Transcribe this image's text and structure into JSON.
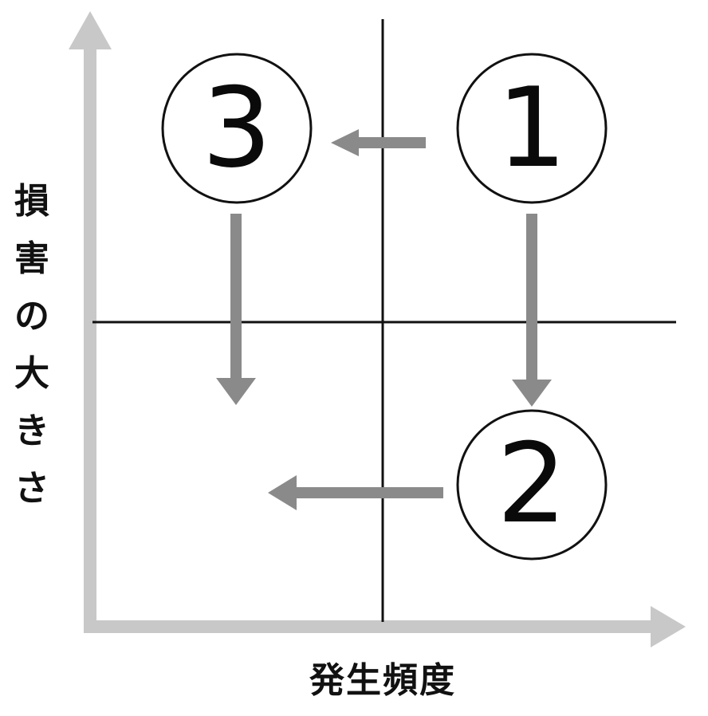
{
  "y_axis": {
    "label_chars": [
      "損",
      "害",
      "の",
      "大",
      "き",
      "さ"
    ]
  },
  "x_axis": {
    "label": "発生頻度"
  },
  "markers": {
    "one": "1",
    "two": "2",
    "three": "3"
  },
  "colors": {
    "axis": "#c8c8c8",
    "arrow": "#8a8a8a",
    "divider": "#111111",
    "circle_stroke": "#111111"
  }
}
